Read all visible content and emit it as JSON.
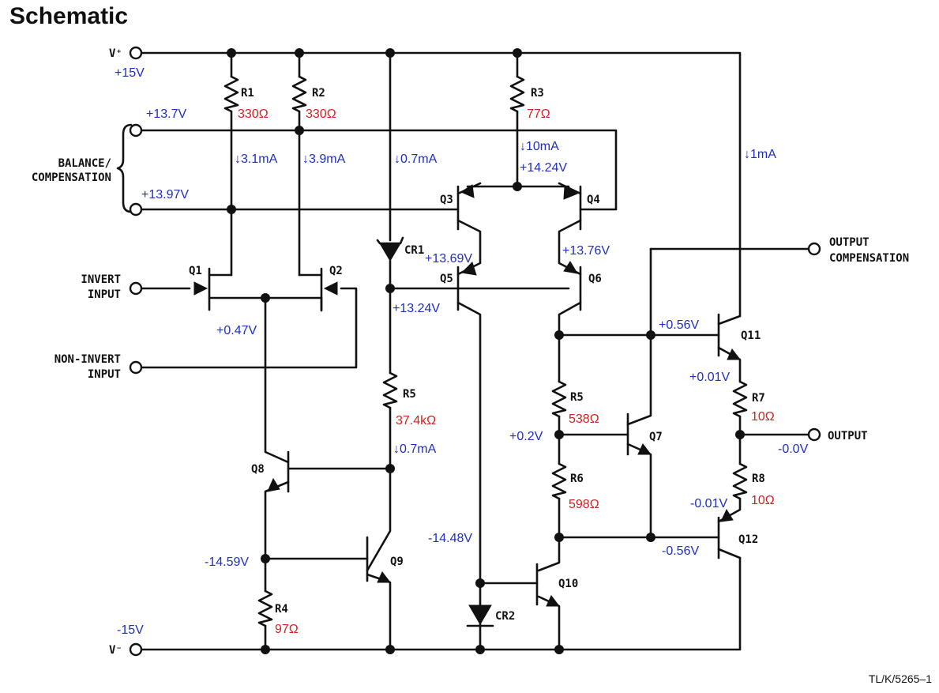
{
  "title": "Schematic",
  "colors": {
    "voltage": "#1f2fbf",
    "value": "#d42020",
    "wire": "#111111"
  },
  "terminals": {
    "vplus": "V⁺",
    "vminus": "V⁻",
    "balance_line1": "BALANCE/",
    "balance_line2": "COMPENSATION",
    "invert_line1": "INVERT",
    "invert_line2": "INPUT",
    "noninvert_line1": "NON-INVERT",
    "noninvert_line2": "INPUT",
    "out_comp_line1": "OUTPUT",
    "out_comp_line2": "COMPENSATION",
    "output": "OUTPUT"
  },
  "resistors": {
    "r1": {
      "name": "R1",
      "value": "330Ω"
    },
    "r2": {
      "name": "R2",
      "value": "330Ω"
    },
    "r3": {
      "name": "R3",
      "value": "77Ω"
    },
    "r4": {
      "name": "R4",
      "value": "97Ω"
    },
    "r5a": {
      "name": "R5",
      "value": "37.4kΩ"
    },
    "r5b": {
      "name": "R5",
      "value": "538Ω"
    },
    "r6": {
      "name": "R6",
      "value": "598Ω"
    },
    "r7": {
      "name": "R7",
      "value": "10Ω"
    },
    "r8": {
      "name": "R8",
      "value": "10Ω"
    }
  },
  "transistors": [
    "Q1",
    "Q2",
    "Q3",
    "Q4",
    "Q5",
    "Q6",
    "Q7",
    "Q8",
    "Q9",
    "Q10",
    "Q11",
    "Q12"
  ],
  "diodes": {
    "cr1": "CR1",
    "cr2": "CR2"
  },
  "annotations": {
    "v_supply_pos": "+15V",
    "v_bal1": "+13.7V",
    "v_bal2": "+13.97V",
    "i_r1": "↓3.1mA",
    "i_r2": "↓3.9mA",
    "i_cr1": "↓0.7mA",
    "i_r3": "↓10mA",
    "v_q3q4": "+14.24V",
    "i_q11": "↓1mA",
    "v_q3c": "+13.69V",
    "v_q4c": "+13.76V",
    "v_q5b": "+13.24V",
    "v_q1e": "+0.47V",
    "v_q11b": "+0.56V",
    "v_q11e": "+0.01V",
    "v_q7b": "+0.2V",
    "i_r5a": "↓0.7mA",
    "v_out": "-0.0V",
    "v_q12e": "-0.01V",
    "v_q12b": "-0.56V",
    "v_cr2": "-14.48V",
    "v_q8e": "-14.59V",
    "v_supply_neg": "-15V"
  },
  "figure_ref": "TL/K/5265–1"
}
